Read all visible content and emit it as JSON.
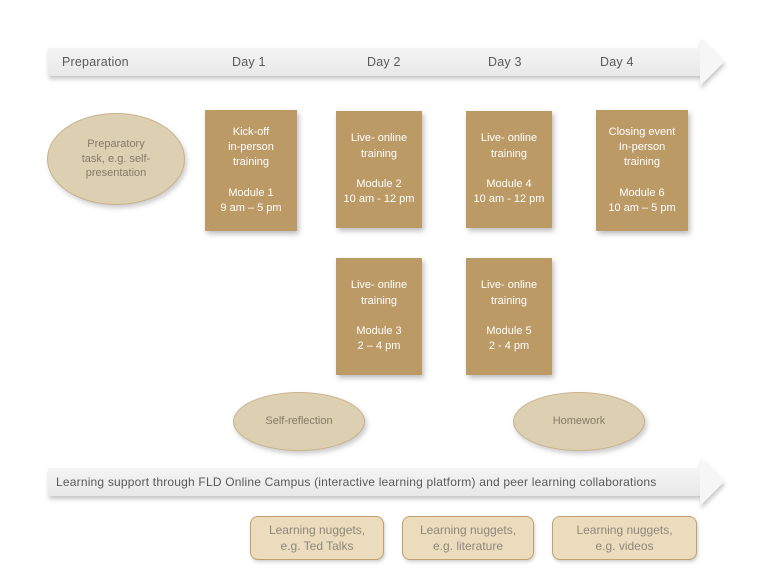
{
  "colors": {
    "card_fill": "#bc9a66",
    "card_text": "#ffffff",
    "ellipse_fill": "#ddcfb1",
    "ellipse_border": "#c7b28b",
    "ellipse_text": "#847b68",
    "nugget_fill": "#eadcbc",
    "nugget_border": "#c2a06e",
    "nugget_text": "#8e887b",
    "banner_fill": "#eeeeee",
    "banner_text": "#595959"
  },
  "top_timeline": {
    "labels": [
      "Preparation",
      "Day 1",
      "Day 2",
      "Day 3",
      "Day 4"
    ]
  },
  "prep_task": {
    "label": "Preparatory\ntask, e.g. self-\npresentation"
  },
  "modules": [
    {
      "title": "Kick-off\nin-person\ntraining",
      "module": "Module 1",
      "time": "9 am – 5 pm"
    },
    {
      "title": "Live- online\ntraining",
      "module": "Module 2",
      "time": "10 am - 12 pm"
    },
    {
      "title": "Live- online\ntraining",
      "module": "Module 4",
      "time": "10 am - 12 pm"
    },
    {
      "title": "Closing event\nIn-person\ntraining",
      "module": "Module 6",
      "time": "10 am – 5 pm"
    },
    {
      "title": "Live- online\ntraining",
      "module": "Module 3",
      "time": "2 – 4 pm"
    },
    {
      "title": "Live- online\ntraining",
      "module": "Module 5",
      "time": "2 - 4 pm"
    }
  ],
  "activities": {
    "self_reflection": "Self-reflection",
    "homework": "Homework"
  },
  "support_banner": {
    "text": "Learning support through FLD Online Campus (interactive learning platform) and peer learning collaborations"
  },
  "nuggets": [
    {
      "label": "Learning nuggets,\ne.g. Ted Talks"
    },
    {
      "label": "Learning nuggets,\ne.g. literature"
    },
    {
      "label": "Learning nuggets,\ne.g. videos"
    }
  ]
}
